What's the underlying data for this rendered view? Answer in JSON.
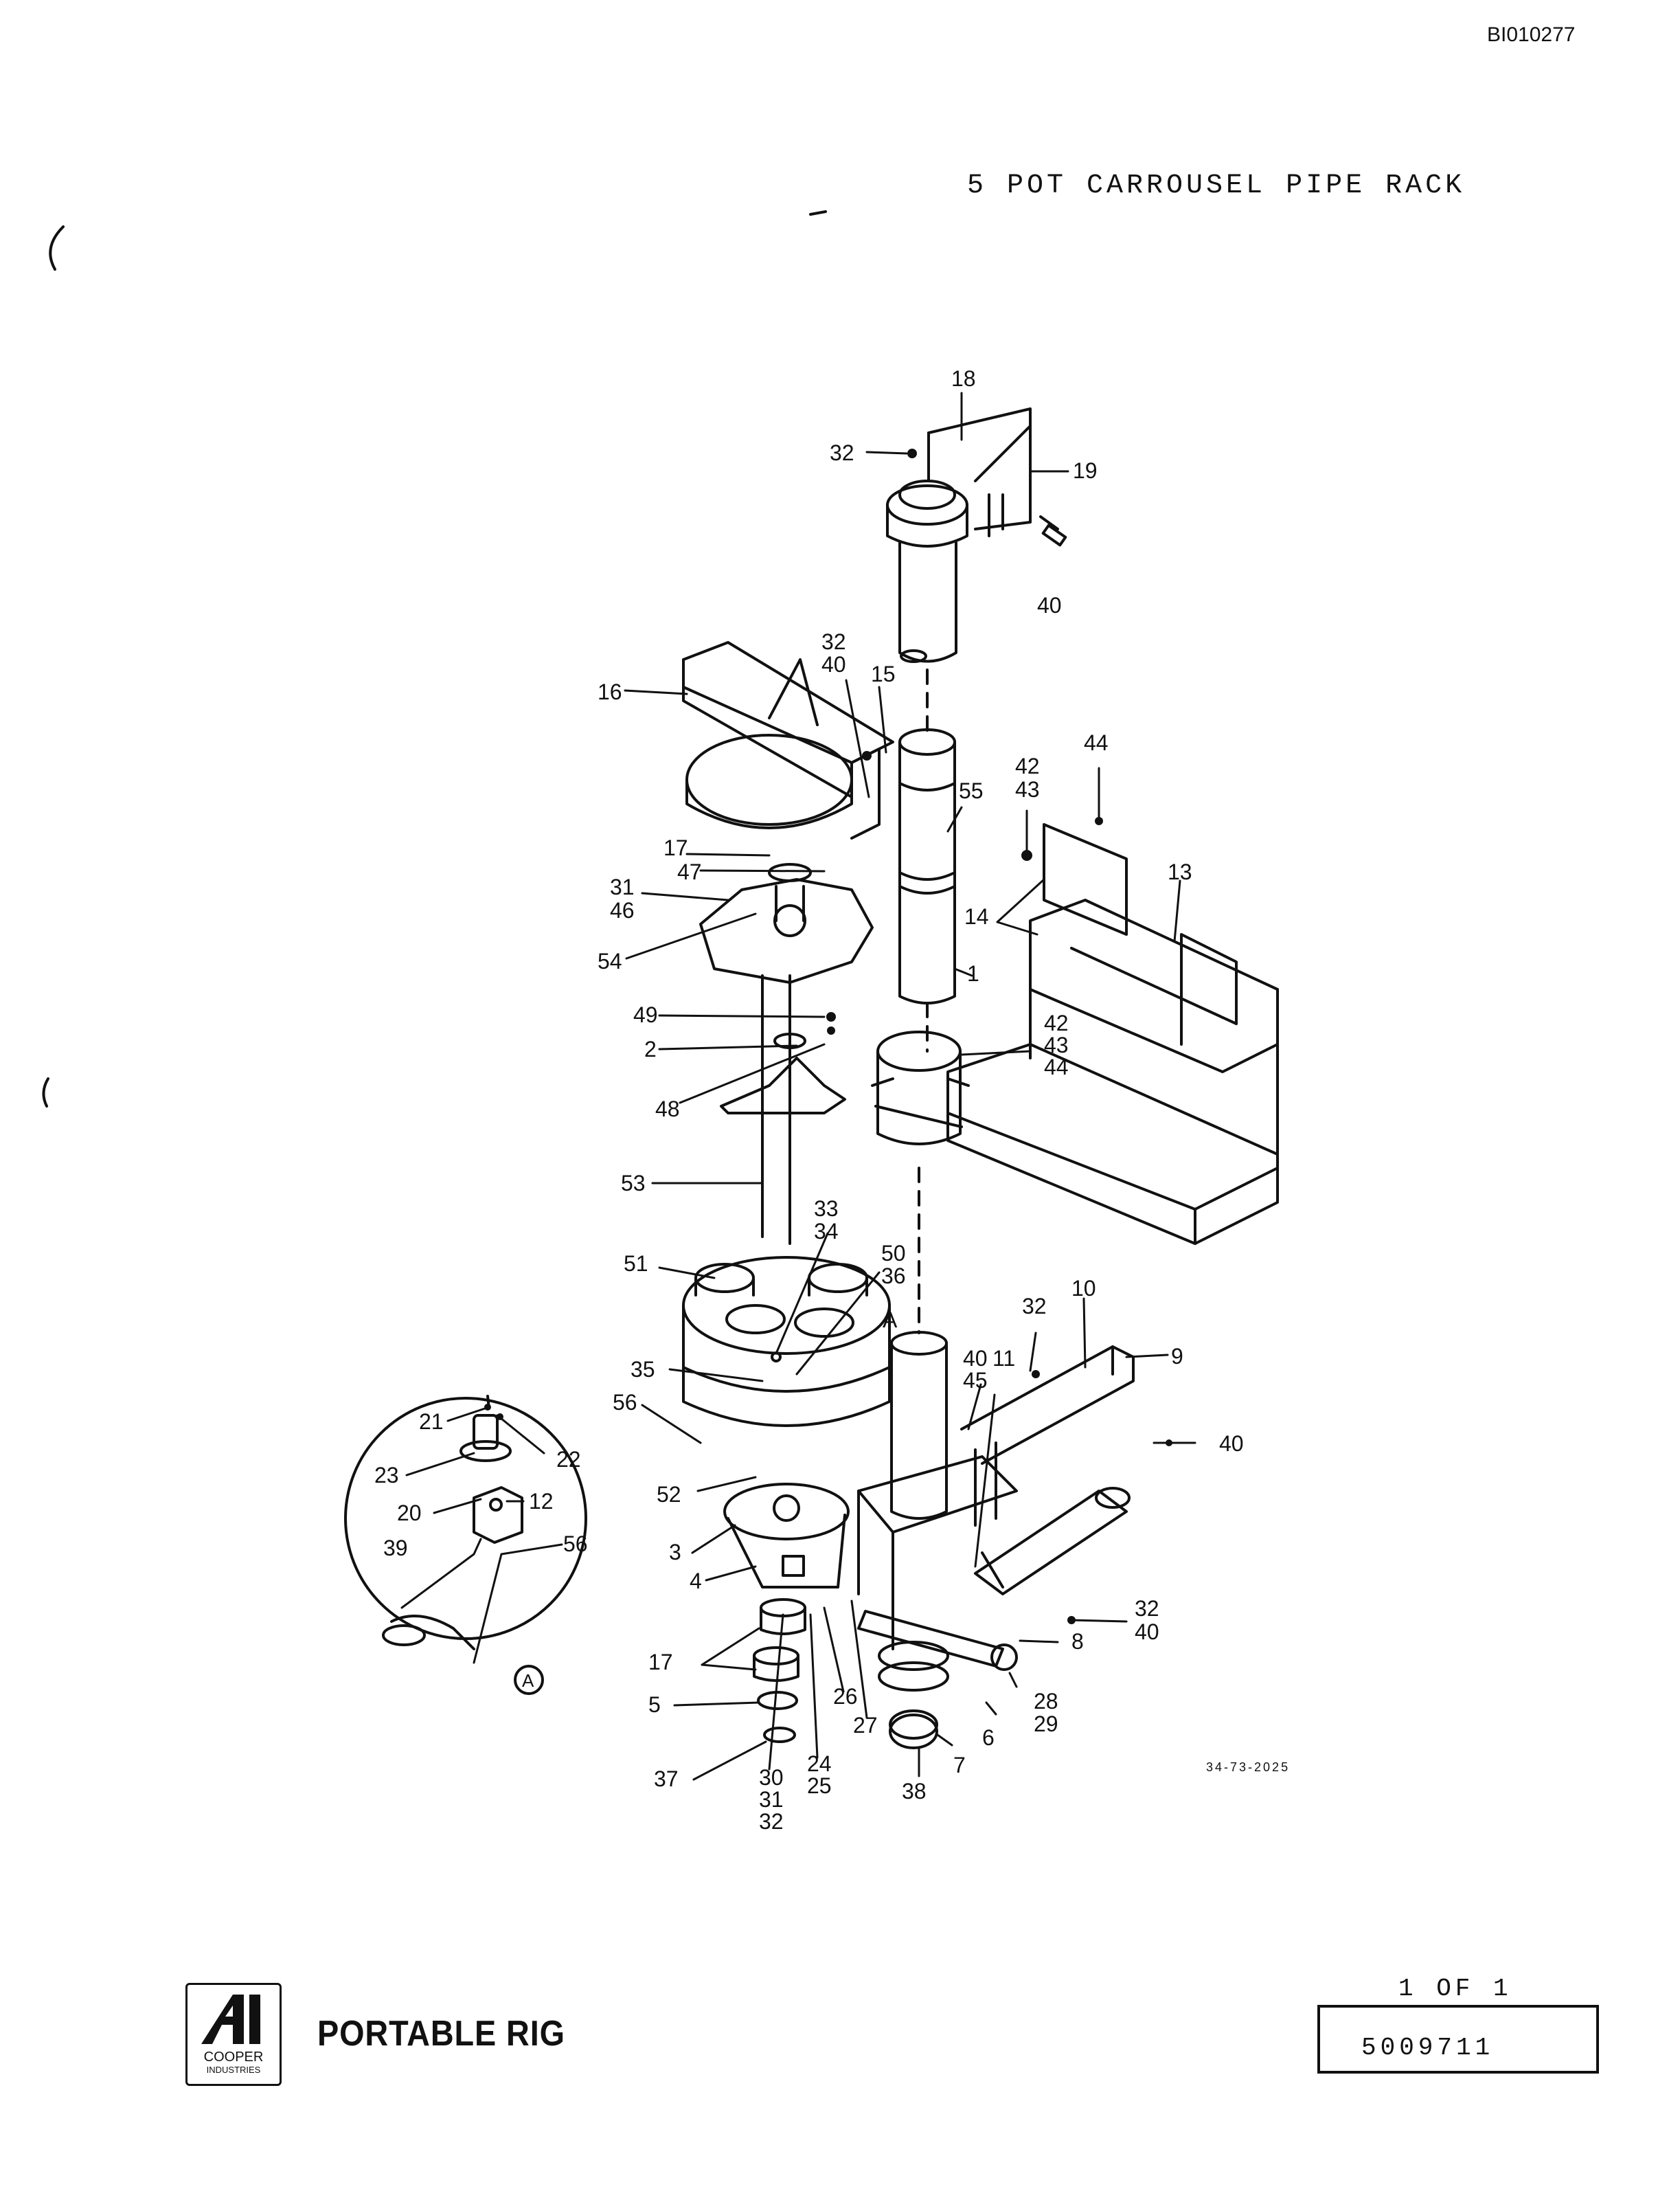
{
  "document_id": "BI010277",
  "title": "5 POT CARROUSEL PIPE RACK",
  "drawing_ref": "34-73-2025",
  "detail_label": "A",
  "callouts": {
    "c18": "18",
    "c19": "19",
    "c32a": "32",
    "c40a": "40",
    "c32b": "32",
    "c40b": "40",
    "c15": "15",
    "c16": "16",
    "c44a": "44",
    "c42a": "42",
    "c43a": "43",
    "c55": "55",
    "c13": "13",
    "c17a": "17",
    "c47": "47",
    "c31a": "31",
    "c46": "46",
    "c14": "14",
    "c54": "54",
    "c1": "1",
    "c49": "49",
    "c42b": "42",
    "c43b": "43",
    "c44b": "44",
    "c2": "2",
    "c48": "48",
    "c53": "53",
    "c33": "33",
    "c34": "34",
    "c50": "50",
    "c36": "36",
    "c51": "51",
    "c10": "10",
    "c32c": "32",
    "cA": "A",
    "c9": "9",
    "c40c": "40",
    "c11": "11",
    "c45": "45",
    "c35": "35",
    "c56a": "56",
    "c40d": "40",
    "c21": "21",
    "c22": "22",
    "c23": "23",
    "c52": "52",
    "c12": "12",
    "c20": "20",
    "c39": "39",
    "c56b": "56",
    "c3": "3",
    "c4": "4",
    "c32d": "32",
    "c40e": "40",
    "c8": "8",
    "c17b": "17",
    "c28": "28",
    "c29": "29",
    "c5": "5",
    "c26": "26",
    "c27": "27",
    "c6": "6",
    "c24": "24",
    "c25": "25",
    "c7": "7",
    "c37": "37",
    "c30": "30",
    "c31b": "31",
    "c32e": "32",
    "c38": "38"
  },
  "footer": {
    "logo_company": "COOPER",
    "logo_subtitle": "INDUSTRIES",
    "brand": "PORTABLE RIG",
    "sheet": "1 OF 1",
    "part_number": "5009711"
  }
}
